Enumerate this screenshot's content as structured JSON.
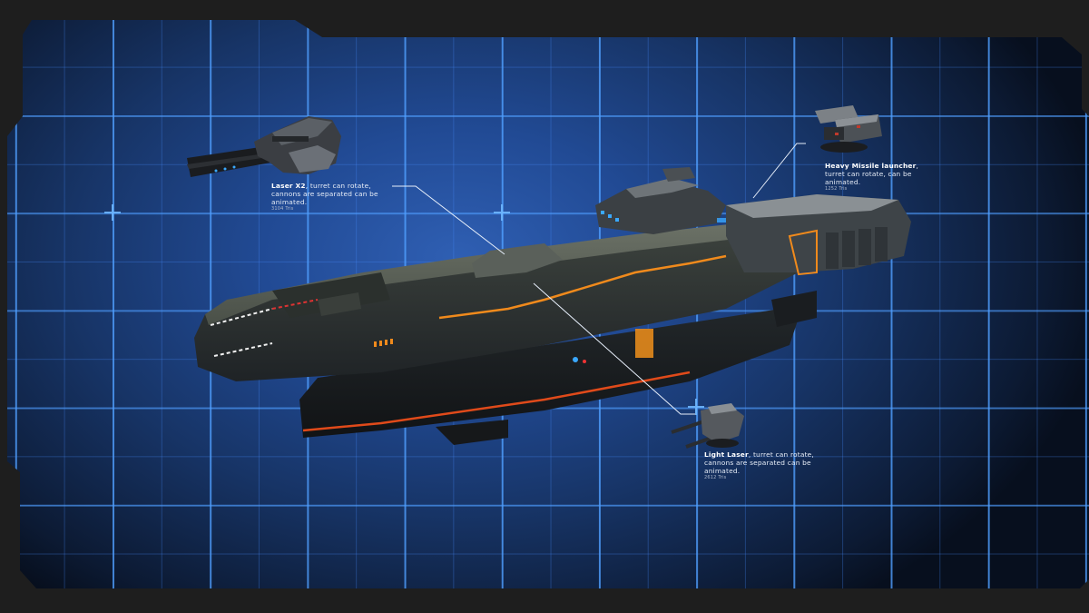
{
  "scene": {
    "background": {
      "base": "#1e1e1e",
      "blueprint_center": "#2f5fb3",
      "blueprint_edge": "#0c1a33",
      "grid_line": "#4ea0ff"
    },
    "accent_colors": {
      "hull": "#4a5048",
      "hull_dark": "#1f2326",
      "orange_trim": "#f08a1c",
      "red_trim": "#e04a1a",
      "blue_light": "#3aa8ff"
    }
  },
  "callouts": [
    {
      "id": "laser-x2",
      "name": "Laser X2",
      "description": ", turret can rotate, cannons are separated can be animated.",
      "tris": "3104 Tris"
    },
    {
      "id": "heavy-missile-launcher",
      "name": "Heavy Missile launcher",
      "description": ", turret can rotate, can be animated.",
      "tris": "1252 Tris"
    },
    {
      "id": "light-laser",
      "name": "Light Laser",
      "description": ", turret can rotate, cannons are separated can be animated.",
      "tris": "2612 Tris"
    }
  ]
}
